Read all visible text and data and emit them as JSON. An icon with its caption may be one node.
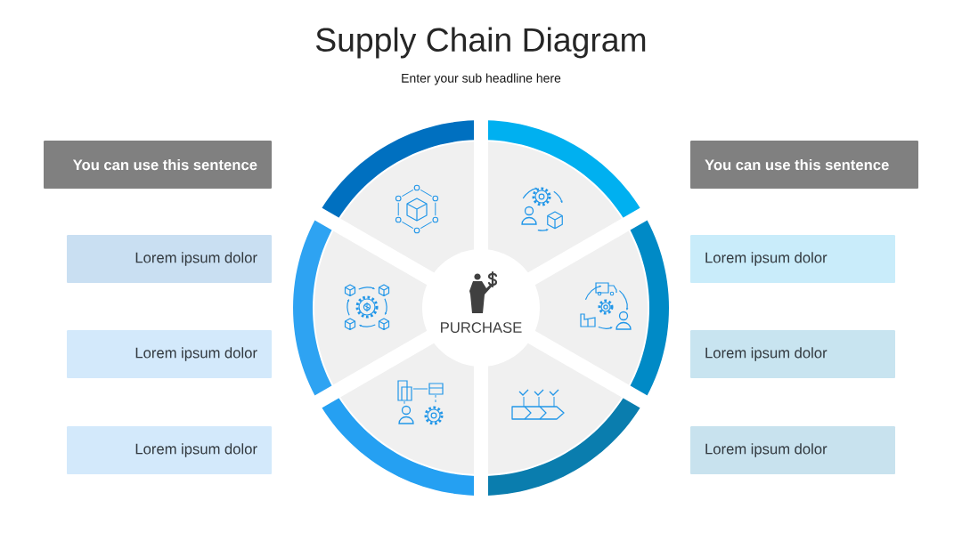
{
  "diagram": {
    "title": "Supply Chain Diagram",
    "nodes": [
      {
        "text": [
          "You can use this sentence"
        ]
      },
      {
        "text": [
          "Lorem ipsum dolor"
        ]
      },
      {
        "text": [
          "Lorem ipsum dolor"
        ]
      },
      {
        "text": [
          "Lorem ipsum dolor"
        ]
      },
      {
        "text": [
          "You can use this sentence"
        ]
      },
      {
        "text": [
          "Lorem ipsum dolor"
        ]
      },
      {
        "text": [
          "Lorem ipsum dolor"
        ]
      },
      {
        "text": [
          "Lorem ipsum dolor"
        ]
      },
      {
        "text": [
          "PURCHASE"
        ]
      }
    ],
    "labels": [
      "Enter your sub headline here"
    ]
  }
}
